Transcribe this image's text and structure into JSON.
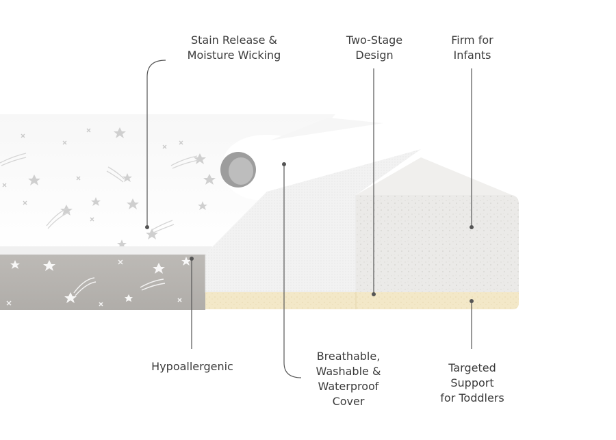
{
  "diagram": {
    "colors": {
      "text": "#3a3a3a",
      "leader": "#555555",
      "cover_white": "#fafafa",
      "cover_gray": "#b9b6b2",
      "foam": "#ecebe9",
      "base_layer": "#f4ecd2"
    },
    "callouts": {
      "stain_release": {
        "line1": "Stain Release &",
        "line2": "Moisture Wicking"
      },
      "two_stage": {
        "line1": "Two-Stage",
        "line2": "Design"
      },
      "firm": {
        "line1": "Firm for",
        "line2": "Infants"
      },
      "hypoallergenic": {
        "line1": "Hypoallergenic"
      },
      "breathable": {
        "line1": "Breathable,",
        "line2": "Washable &",
        "line3": "Waterproof",
        "line4": "Cover"
      },
      "targeted": {
        "line1": "Targeted",
        "line2": "Support",
        "line3": "for Toddlers"
      }
    }
  }
}
